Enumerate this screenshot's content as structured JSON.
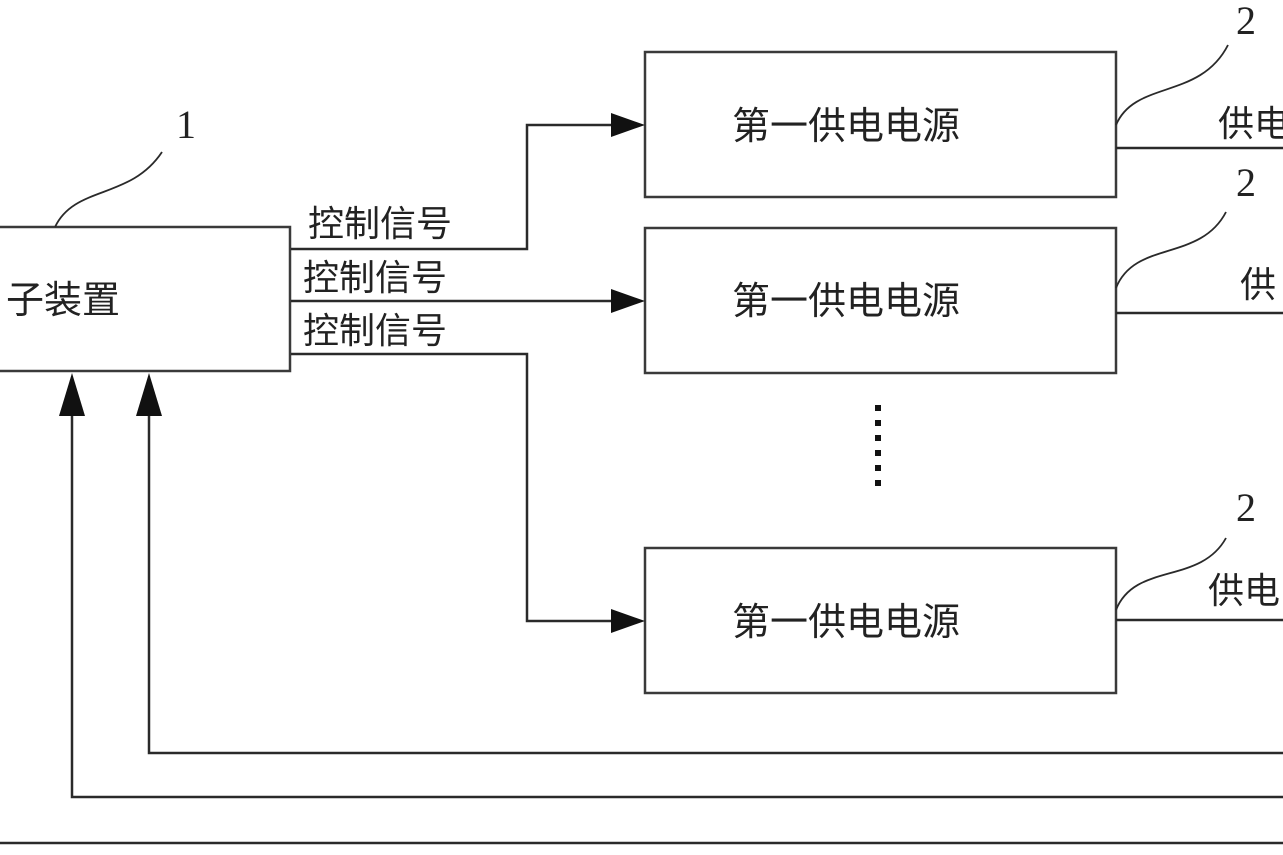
{
  "device": {
    "label": "子装置",
    "ref": "1"
  },
  "power_supplies": [
    {
      "label": "第一供电电源",
      "ref": "2",
      "output": "供电"
    },
    {
      "label": "第一供电电源",
      "ref": "2",
      "output": "供"
    },
    {
      "label": "第一供电电源",
      "ref": "2",
      "output": "供电"
    }
  ],
  "signals": [
    {
      "label": "控制信号"
    },
    {
      "label": "控制信号"
    },
    {
      "label": "控制信号"
    }
  ]
}
